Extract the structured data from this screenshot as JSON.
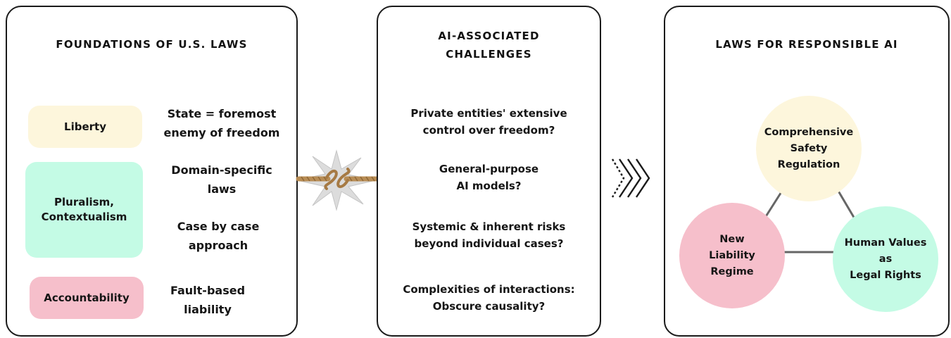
{
  "foundations": {
    "title": "FOUNDATIONS OF U.S. LAWS",
    "pills": {
      "liberty": "Liberty",
      "pluralism": "Pluralism,\nContextualism",
      "accountability": "Accountability"
    },
    "descriptions": {
      "state": "State = foremost\nenemy of freedom",
      "domain": "Domain-specific\nlaws",
      "case": "Case by case\napproach",
      "fault": "Fault-based\nliability"
    }
  },
  "challenges": {
    "title": "AI-ASSOCIATED\nCHALLENGES",
    "items": [
      "Private entities' extensive\ncontrol over freedom?",
      "General-purpose\nAI models?",
      "Systemic & inherent risks\nbeyond individual cases?",
      "Complexities of interactions:\nObscure causality?"
    ]
  },
  "laws": {
    "title": "LAWS FOR RESPONSIBLE AI",
    "circles": {
      "safety": "Comprehensive\nSafety\nRegulation",
      "liability": "New\nLiability\nRegime",
      "values": "Human Values\nas\nLegal Rights"
    }
  },
  "colors": {
    "liberty": "#fdf6dc",
    "pluralism": "#c4fbe5",
    "accountability": "#f6bfcb",
    "safety": "#fdf6dc",
    "liability": "#f6bfcb",
    "values": "#c4fbe5",
    "border": "#1a1a1a"
  }
}
